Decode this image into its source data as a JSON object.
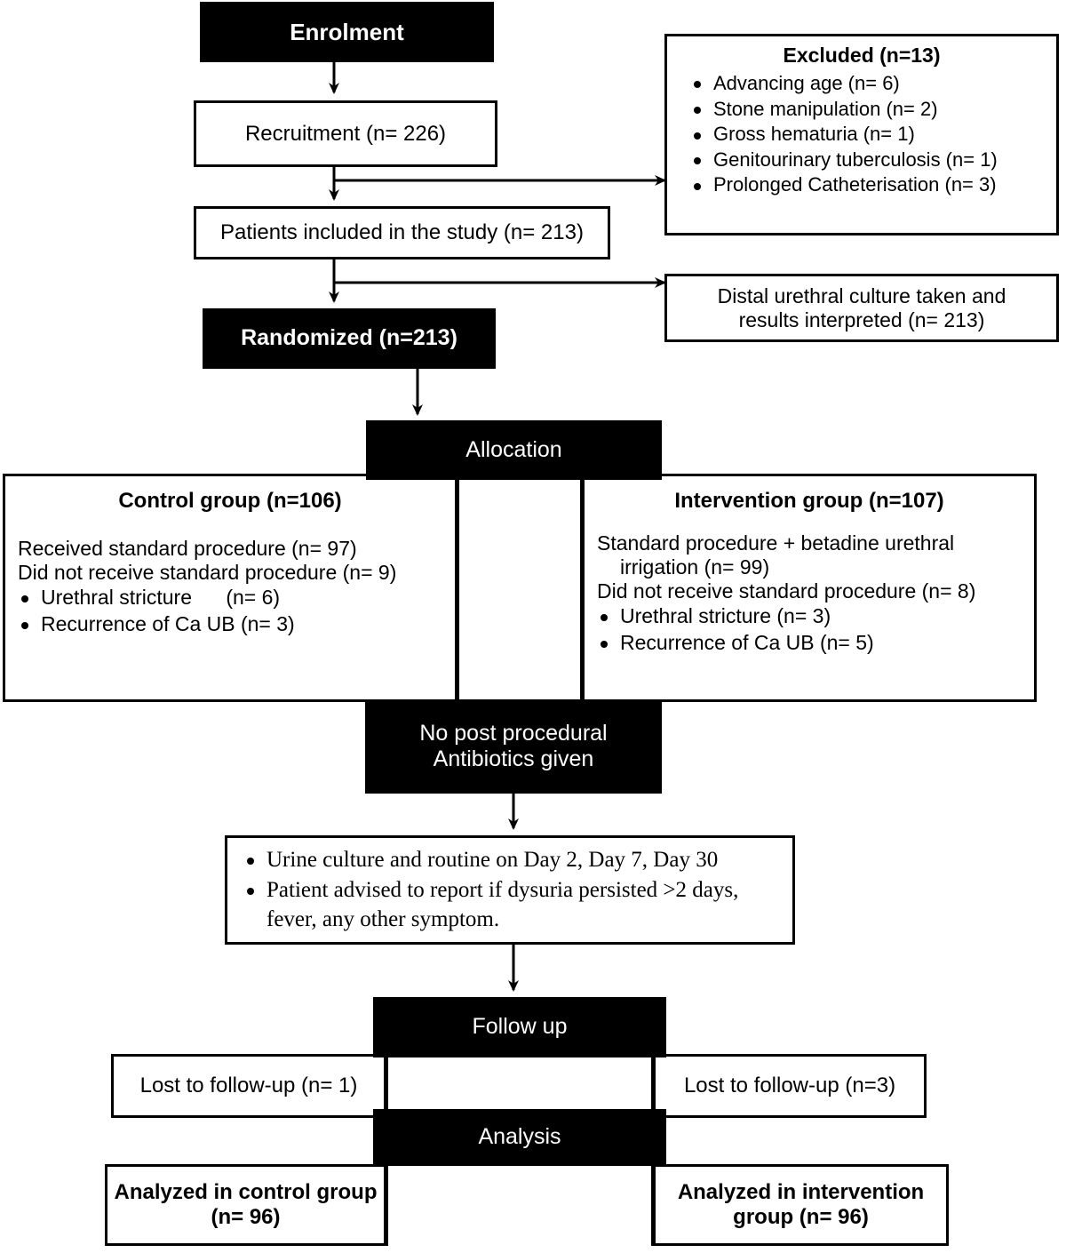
{
  "diagram": {
    "title": "CONSORT participant flow diagram",
    "colors": {
      "stage_fill": "#000000",
      "stage_text": "#ffffff",
      "box_border": "#000000",
      "background": "#ffffff"
    }
  },
  "stages": {
    "enrolment": "Enrolment",
    "randomized": "Randomized (n=213)",
    "allocation": "Allocation",
    "no_antibiotics_line1": "No post procedural",
    "no_antibiotics_line2": "Antibiotics given",
    "follow_up": "Follow up",
    "analysis": "Analysis"
  },
  "enrolment": {
    "recruitment": "Recruitment (n= 226)",
    "included": "Patients included in the study (n= 213)"
  },
  "excluded": {
    "heading": "Excluded (n=13)",
    "items": [
      "Advancing age (n= 6)",
      "Stone manipulation (n= 2)",
      "Gross hematuria (n= 1)",
      "Genitourinary tuberculosis (n= 1)",
      "Prolonged Catheterisation (n= 3)"
    ]
  },
  "culture": {
    "line1": "Distal urethral culture taken and",
    "line2": "results interpreted (n= 213)"
  },
  "allocation": {
    "control": {
      "heading": "Control group (n=106)",
      "lines": [
        "Received standard procedure (n= 97)",
        "Did not receive standard procedure (n= 9)"
      ],
      "bullets": [
        "Urethral stricture      (n= 6)",
        "Recurrence of Ca UB (n= 3)"
      ]
    },
    "intervention": {
      "heading": "Intervention group (n=107)",
      "lines": [
        "Standard procedure + betadine urethral",
        "irrigation (n= 99)",
        "Did not receive standard procedure (n= 8)"
      ],
      "bullets": [
        "Urethral stricture (n= 3)",
        "Recurrence of Ca UB (n= 5)"
      ]
    }
  },
  "monitoring": {
    "bullets": [
      "Urine culture and routine on Day 2, Day 7, Day 30",
      "Patient advised to report if dysuria persisted >2 days, fever, any other symptom."
    ]
  },
  "follow_up": {
    "control_lost": "Lost to follow-up (n= 1)",
    "intervention_lost": "Lost to follow-up (n=3)"
  },
  "analysis": {
    "control_line1": "Analyzed in control group",
    "control_line2": "(n= 96)",
    "intervention_line1": "Analyzed in intervention",
    "intervention_line2": "group (n= 96)"
  }
}
